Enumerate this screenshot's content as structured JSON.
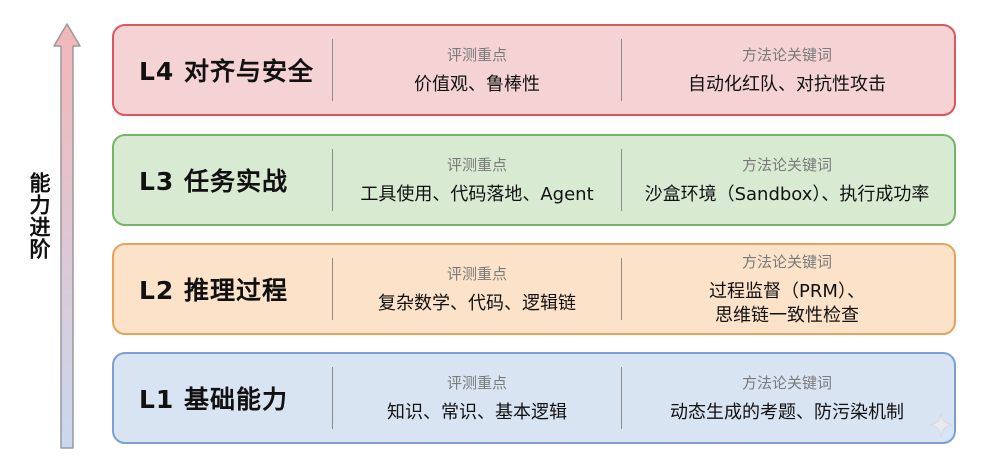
{
  "axis_label": "能力进阶",
  "colors": {
    "l4_fill": "#f5d3d4",
    "l4_border": "#d9575d",
    "l3_fill": "#d9ead3",
    "l3_border": "#76b564",
    "l2_fill": "#fbe2c8",
    "l2_border": "#e7a35b",
    "l1_fill": "#d9e4f3",
    "l1_border": "#7d9fd3",
    "arrow_top": "#f4b6b8",
    "arrow_bottom": "#c9d8ef"
  },
  "levels": {
    "l4": {
      "title": "L4 对齐与安全",
      "eval_heading": "评测重点",
      "eval_text": "价值观、鲁棒性",
      "method_heading": "方法论关键词",
      "method_lines": [
        "自动化红队、对抗性攻击"
      ]
    },
    "l3": {
      "title": "L3 任务实战",
      "eval_heading": "评测重点",
      "eval_text": "工具使用、代码落地、Agent",
      "method_heading": "方法论关键词",
      "method_lines": [
        "沙盒环境（Sandbox）、执行成功率"
      ]
    },
    "l2": {
      "title": "L2 推理过程",
      "eval_heading": "评测重点",
      "eval_text": "复杂数学、代码、逻辑链",
      "method_heading": "方法论关键词",
      "method_lines": [
        "过程监督（PRM）、",
        "思维链一致性检查"
      ]
    },
    "l1": {
      "title": "L1 基础能力",
      "eval_heading": "评测重点",
      "eval_text": "知识、常识、基本逻辑",
      "method_heading": "方法论关键词",
      "method_lines": [
        "动态生成的考题、防污染机制"
      ]
    }
  }
}
